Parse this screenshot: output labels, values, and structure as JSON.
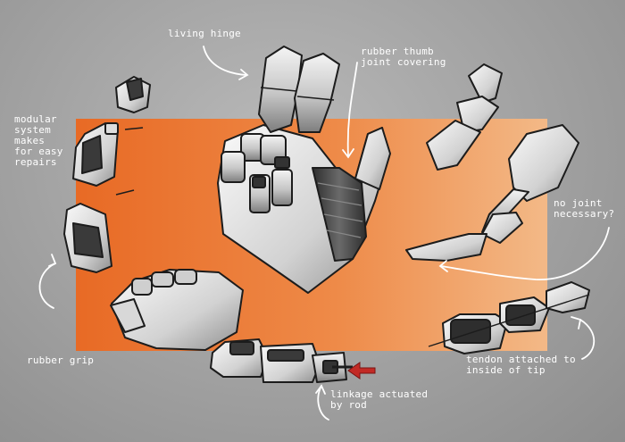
{
  "colors": {
    "background": "#a6a6a6",
    "orange_panel": "#ea7430",
    "part_light": "#efefef",
    "part_mid": "#a9a9a9",
    "part_dark": "#3b3b3b",
    "outline": "#1c1c1c",
    "annotation": "#ffffff",
    "arrow_red": "#c22a25"
  },
  "annotations": [
    {
      "id": "living-hinge",
      "text": "living hinge"
    },
    {
      "id": "rubber-thumb",
      "text": "rubber thumb\njoint covering"
    },
    {
      "id": "modular-system",
      "text": "modular\nsystem\nmakes\nfor easy\nrepairs"
    },
    {
      "id": "no-joint",
      "text": "no joint\nnecessary?"
    },
    {
      "id": "rubber-grip",
      "text": "rubber grip"
    },
    {
      "id": "tendon",
      "text": "tendon attached to\ninside of tip"
    },
    {
      "id": "linkage",
      "text": "linkage actuated\nby rod"
    }
  ]
}
